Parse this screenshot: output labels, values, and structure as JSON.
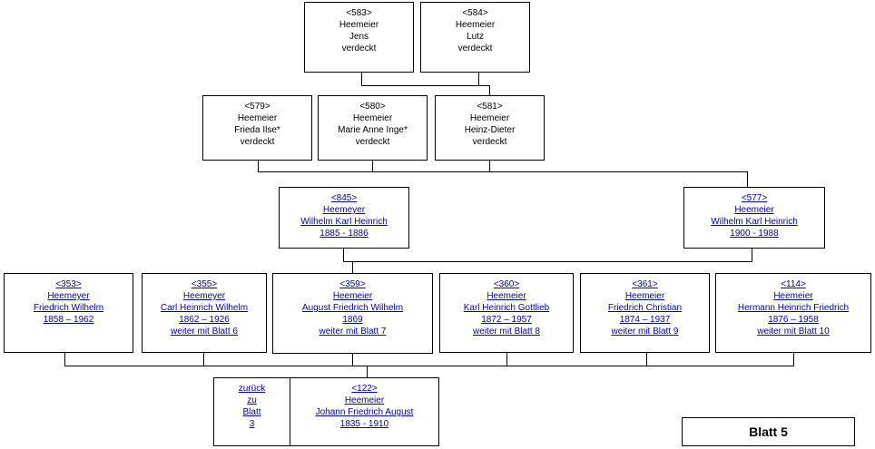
{
  "gen_children": [
    {
      "id": "<583>",
      "surname": "Heemeier",
      "given": "Jens",
      "status": "verdeckt"
    },
    {
      "id": "<584>",
      "surname": "Heemeier",
      "given": "Lutz",
      "status": "verdeckt"
    }
  ],
  "gen_parents": [
    {
      "id": "<579>",
      "surname": "Heemeier",
      "given": "Frieda Ilse*",
      "status": "verdeckt"
    },
    {
      "id": "<580>",
      "surname": "Heemeier",
      "given": "Marie Anne Inge*",
      "status": "verdeckt"
    },
    {
      "id": "<581>",
      "surname": "Heemeier",
      "given": "Heinz-Dieter",
      "status": "verdeckt"
    }
  ],
  "gen_grandparents": [
    {
      "id": "<845>",
      "surname": "Heemeyer",
      "given": "Wilhelm Karl Heinrich",
      "dates": "1885 - 1886"
    },
    {
      "id": "<577>",
      "surname": "Heemeier",
      "given": "Wilhelm Karl Heinrich",
      "dates": "1900 - 1988"
    }
  ],
  "gen_great": [
    {
      "id": "<353>",
      "surname": "Heemeyer",
      "given": "Friedrich Wilhelm",
      "dates": "1858 – 1962",
      "ref": ""
    },
    {
      "id": "<355>",
      "surname": "Heemeyer",
      "given": "Carl Heinrich Wilhelm",
      "dates": "1862 – 1926",
      "ref": "weiter mit Blatt 6"
    },
    {
      "id": "<359>",
      "surname": "Heemeier",
      "given": "August Friedrich Wilhelm",
      "dates": "1869",
      "ref": "weiter mit Blatt 7"
    },
    {
      "id": "<360>",
      "surname": "Heemeier",
      "given": "Karl Heinrich Gottlieb",
      "dates": "1872 – 1957",
      "ref": "weiter mit Blatt 8"
    },
    {
      "id": "<361>",
      "surname": "Heemeier",
      "given": "Friedrich Christian",
      "dates": "1874 – 1937",
      "ref": "weiter mit Blatt 9"
    },
    {
      "id": "<114>",
      "surname": "Heemeier",
      "given": "Hermann Heinrich Friedrich",
      "dates": "1876 – 1958",
      "ref": "weiter mit Blatt 10"
    }
  ],
  "back": {
    "l1": "zurück",
    "l2": "zu",
    "l3": "Blatt",
    "l4": "3"
  },
  "root": {
    "id": "<122>",
    "surname": "Heemeier",
    "given": "Johann Friedrich August",
    "dates": "1835 - 1910"
  },
  "sheet_label": "Blatt 5"
}
